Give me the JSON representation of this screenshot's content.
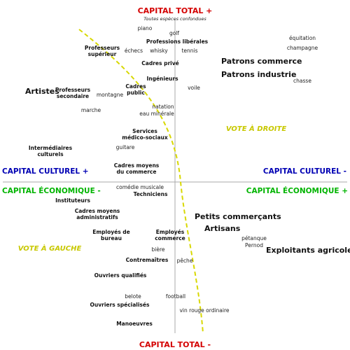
{
  "axes": {
    "top": "CAPITAL TOTAL +",
    "top_subtitle": "Toutes espèces confondues",
    "bottom": "CAPITAL TOTAL -",
    "cultural_plus": "CAPITAL CULTUREL +",
    "cultural_minus": "CAPITAL CULTUREL -",
    "economic_minus": "CAPITAL ÉCONOMIQUE -",
    "economic_plus": "CAPITAL ÉCONOMIQUE +"
  },
  "votes": {
    "right": "VOTE À DROITE",
    "left": "VOTE À GAUCHE"
  },
  "professions": {
    "professeurs_superieur": "Professeurs\nsupérieur",
    "professions_liberales": "Professions libérales",
    "cadres_prive": "Cadres privé",
    "ingenieurs": "Ingénieurs",
    "cadres_public": "Cadres\npublic",
    "professeurs_secondaire": "Professeurs\nsecondaire",
    "services_medico_sociaux": "Services\nmédico-sociaux",
    "intermediaires_culturels": "Intermédiaires\nculturels",
    "cadres_moyens_commerce": "Cadres moyens\ndu commerce",
    "techniciens": "Techniciens",
    "instituteurs": "Instituteurs",
    "cadres_moyens_administratifs": "Cadres moyens\nadministratifs",
    "employes_bureau": "Employés de\nbureau",
    "employes_commerce": "Employés\ncommerce",
    "contremaitres": "Contremaîtres",
    "ouvriers_qualifies": "Ouvriers qualifiés",
    "ouvriers_specialises": "Ouvriers spécialisés",
    "manoeuvres": "Manoeuvres"
  },
  "big_groups": {
    "patrons_commerce": "Patrons commerce",
    "patrons_industrie": "Patrons industrie",
    "artistes": "Artistes",
    "petits_commercants": "Petits commerçants",
    "artisans": "Artisans",
    "exploitants_agricoles": "Exploitants agricoles"
  },
  "preferences": {
    "piano": "piano",
    "golf": "golf",
    "equitation": "équitation",
    "champagne": "champagne",
    "echecs": "échecs",
    "whisky": "whisky",
    "tennis": "tennis",
    "chasse": "chasse",
    "voile": "voile",
    "montagne": "montagne",
    "natation": "natation",
    "eau_minerale": "eau minérale",
    "marche": "marche",
    "guitare": "guitare",
    "comedie_musicale": "comédie musicale",
    "petanque": "pétanque",
    "pernod": "Pernod",
    "biere": "bière",
    "peche": "pêche",
    "belote": "belote",
    "football": "football",
    "vin_rouge": "vin rouge ordinaire"
  },
  "colors": {
    "capital_total": "#d40000",
    "capital_culturel": "#0000b4",
    "capital_economique": "#00b400",
    "vote": "#c8c800",
    "axes_lines": "#aaaaaa"
  }
}
